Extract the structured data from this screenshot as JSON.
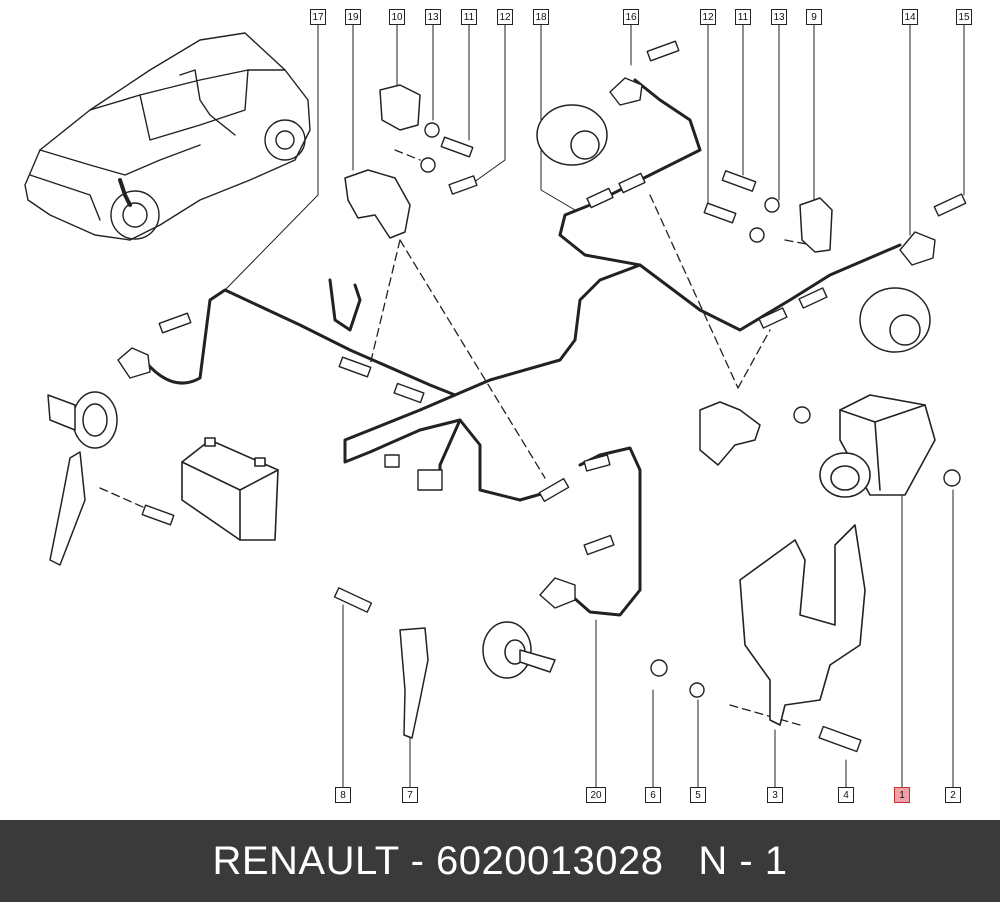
{
  "diagram": {
    "callouts": [
      {
        "label": "17",
        "highlight": false
      },
      {
        "label": "19",
        "highlight": false
      },
      {
        "label": "10",
        "highlight": false
      },
      {
        "label": "13",
        "highlight": false
      },
      {
        "label": "11",
        "highlight": false
      },
      {
        "label": "12",
        "highlight": false
      },
      {
        "label": "18",
        "highlight": false
      },
      {
        "label": "16",
        "highlight": false
      },
      {
        "label": "12",
        "highlight": false
      },
      {
        "label": "11",
        "highlight": false
      },
      {
        "label": "13",
        "highlight": false
      },
      {
        "label": "9",
        "highlight": false
      },
      {
        "label": "14",
        "highlight": false
      },
      {
        "label": "15",
        "highlight": false
      },
      {
        "label": "8",
        "highlight": false
      },
      {
        "label": "7",
        "highlight": false
      },
      {
        "label": "20",
        "highlight": false
      },
      {
        "label": "6",
        "highlight": false
      },
      {
        "label": "5",
        "highlight": false
      },
      {
        "label": "3",
        "highlight": false
      },
      {
        "label": "4",
        "highlight": false
      },
      {
        "label": "1",
        "highlight": true
      },
      {
        "label": "2",
        "highlight": false
      }
    ],
    "highlight_color": "#f2a0a6"
  },
  "footer": {
    "text": "RENAULT - 6020013028   N - 1",
    "background": "#3a3a3a"
  }
}
